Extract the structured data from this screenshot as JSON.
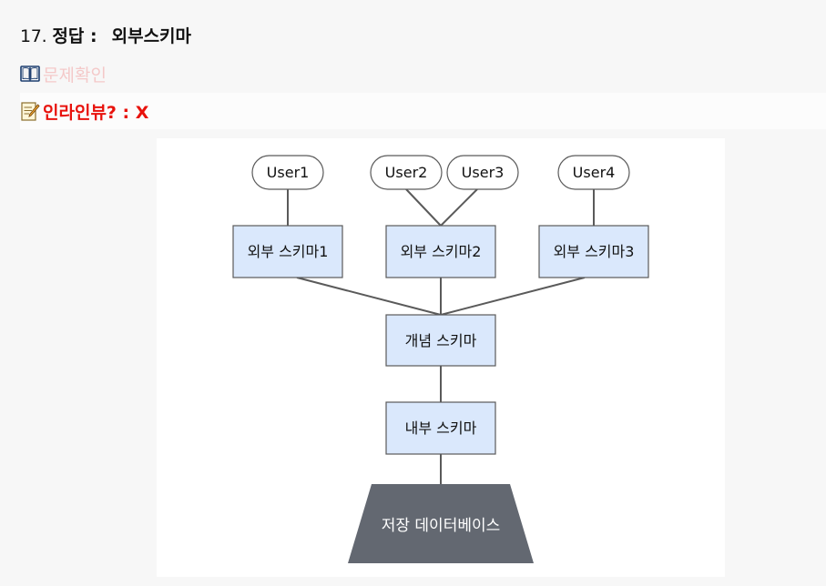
{
  "question": {
    "number": "17.",
    "label": "정답 :",
    "answer": "외부스키마"
  },
  "check_link": {
    "icon": "open-book-icon",
    "label": "문제확인"
  },
  "review": {
    "icon": "memo-icon",
    "label": "인라인뷰? : X"
  },
  "diagram": {
    "users": [
      "User1",
      "User2",
      "User3",
      "User4"
    ],
    "external_schemas": [
      "외부 스키마1",
      "외부 스키마2",
      "외부 스키마3"
    ],
    "conceptual_schema": "개념 스키마",
    "internal_schema": "내부 스키마",
    "database": "저장 데이터베이스",
    "colors": {
      "box_fill": "#dae8fc",
      "box_stroke": "#5a5a5a",
      "db_fill": "#636871",
      "line": "#5a5a5a"
    }
  }
}
